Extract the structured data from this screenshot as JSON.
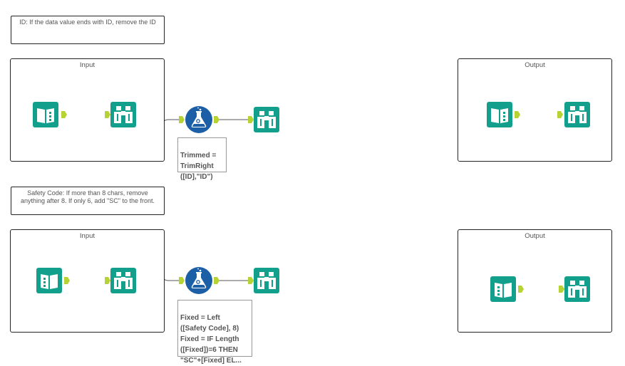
{
  "colors": {
    "teal": "#12a08c",
    "formula_blue": "#1d5fa7",
    "anchor_green": "#b5d334",
    "wire": "#555555"
  },
  "comments": {
    "id_rule": "ID: If the data value ends with ID, remove the ID",
    "safety_rule": "Safety Code: If more than 8 chars, remove anything after 8. If only 6, add \"SC\" to the front."
  },
  "containers": {
    "input_1": "Input",
    "output_1": "Output",
    "input_2": "Input",
    "output_2": "Output"
  },
  "annotations": {
    "formula_1": "Trimmed =\nTrimRight\n([ID],\"ID\")",
    "formula_2": "Fixed = Left\n([Safety Code], 8)\nFixed = IF Length\n([Fixed])=6 THEN\n\"SC\"+[Fixed] EL..."
  },
  "icons": {
    "input_tool": "book-icon",
    "browse_tool": "binoculars-icon",
    "formula_tool": "flask-icon"
  }
}
